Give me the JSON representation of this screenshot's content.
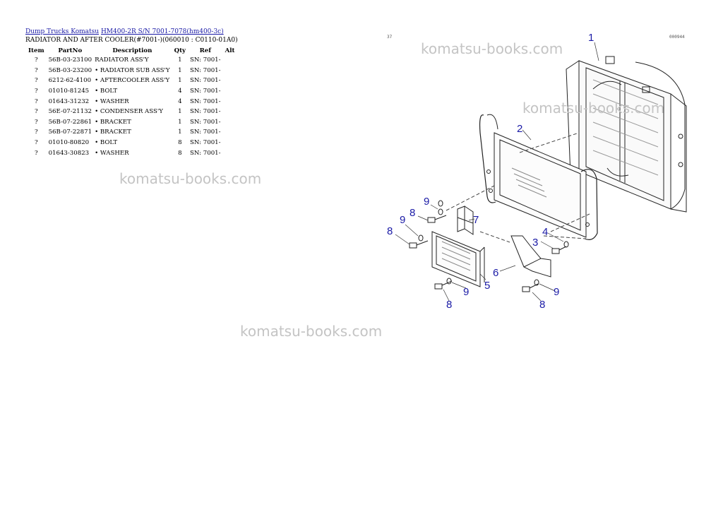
{
  "breadcrumb": {
    "link1": "Dump Trucks Komatsu",
    "link2": "HM400-2R S/N 7001-7078(hm400-3c)"
  },
  "page_title": "RADIATOR AND AFTER COOLER(#7001-)(060010 : C0110-01A0)",
  "table": {
    "headers": [
      "Item",
      "PartNo",
      "Description",
      "Qty",
      "Ref",
      "Alt"
    ],
    "rows": [
      {
        "item": "?",
        "partno": "56B-03-23100",
        "desc": "RADIATOR ASS'Y",
        "qty": "1",
        "ref": "SN: 7001-",
        "alt": ""
      },
      {
        "item": "?",
        "partno": "56B-03-23200",
        "desc": "• RADIATOR SUB ASS'Y",
        "qty": "1",
        "ref": "SN: 7001-",
        "alt": ""
      },
      {
        "item": "?",
        "partno": "6212-62-4100",
        "desc": "• AFTERCOOLER ASS'Y",
        "qty": "1",
        "ref": "SN: 7001-",
        "alt": ""
      },
      {
        "item": "?",
        "partno": "01010-81245",
        "desc": "• BOLT",
        "qty": "4",
        "ref": "SN: 7001-",
        "alt": ""
      },
      {
        "item": "?",
        "partno": "01643-31232",
        "desc": "• WASHER",
        "qty": "4",
        "ref": "SN: 7001-",
        "alt": ""
      },
      {
        "item": "?",
        "partno": "56E-07-21132",
        "desc": "• CONDENSER ASS'Y",
        "qty": "1",
        "ref": "SN: 7001-",
        "alt": ""
      },
      {
        "item": "?",
        "partno": "56B-07-22861",
        "desc": "• BRACKET",
        "qty": "1",
        "ref": "SN: 7001-",
        "alt": ""
      },
      {
        "item": "?",
        "partno": "56B-07-22871",
        "desc": "• BRACKET",
        "qty": "1",
        "ref": "SN: 7001-",
        "alt": ""
      },
      {
        "item": "?",
        "partno": "01010-80820",
        "desc": "• BOLT",
        "qty": "8",
        "ref": "SN: 7001-",
        "alt": ""
      },
      {
        "item": "?",
        "partno": "01643-30823",
        "desc": "• WASHER",
        "qty": "8",
        "ref": "SN: 7001-",
        "alt": ""
      }
    ]
  },
  "watermark": "komatsu-books.com",
  "drawing": {
    "page_code": "37",
    "drawing_code": "000944",
    "callouts": [
      "1",
      "2",
      "3",
      "4",
      "5",
      "6",
      "7",
      "8",
      "8",
      "8",
      "8",
      "9",
      "9",
      "9",
      "9"
    ]
  }
}
